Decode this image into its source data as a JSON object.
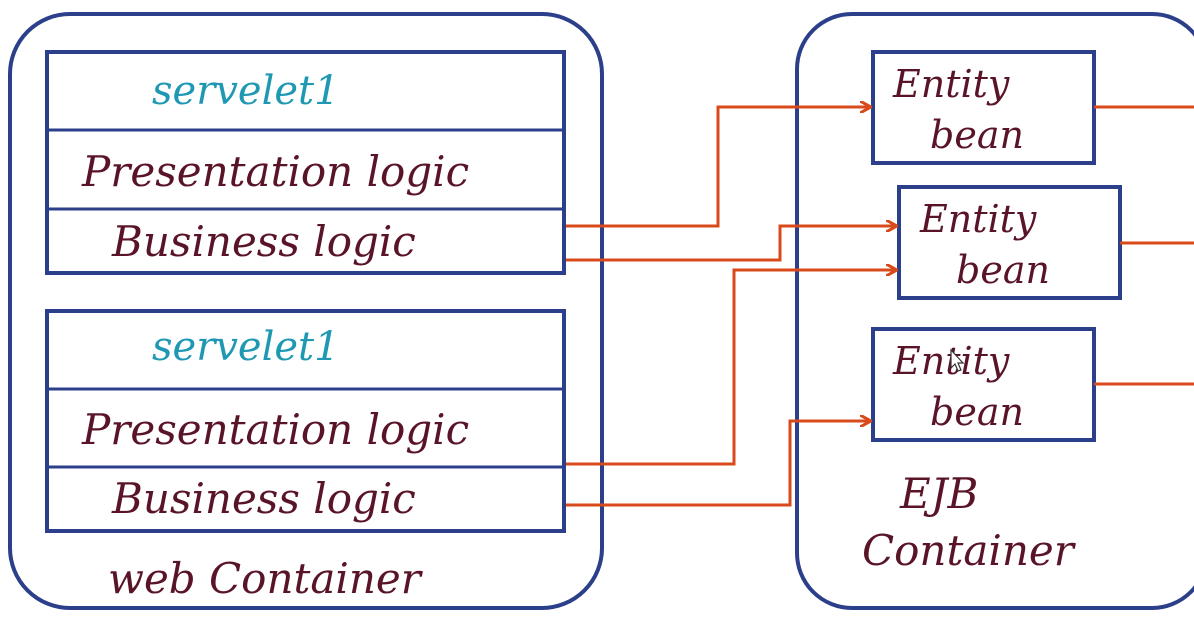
{
  "colors": {
    "outline": "#2b3f8a",
    "title_text": "#1e98b3",
    "body_text": "#5a1428",
    "arrow": "#d84a1b",
    "background": "#ffffff"
  },
  "web_container": {
    "label": "web Container",
    "servlets": [
      {
        "title": "servelet1",
        "presentation": "Presentation logic",
        "business": "Business logic"
      },
      {
        "title": "servelet1",
        "presentation": "Presentation logic",
        "business": "Business logic"
      }
    ]
  },
  "ejb_container": {
    "label_line1": "EJB",
    "label_line2": "Container",
    "beans": [
      {
        "line1": "Entity",
        "line2": "bean"
      },
      {
        "line1": "Entity",
        "line2": "bean"
      },
      {
        "line1": "Entity",
        "line2": "bean"
      }
    ]
  },
  "arrows": [
    {
      "from": "servlet1-business",
      "to": "entity-bean-1"
    },
    {
      "from": "servlet1-business",
      "to": "entity-bean-2"
    },
    {
      "from": "servlet2-presentation",
      "to": "entity-bean-2"
    },
    {
      "from": "servlet2-business",
      "to": "entity-bean-3"
    }
  ],
  "icons": {
    "pointer": "mouse-pointer-icon"
  }
}
